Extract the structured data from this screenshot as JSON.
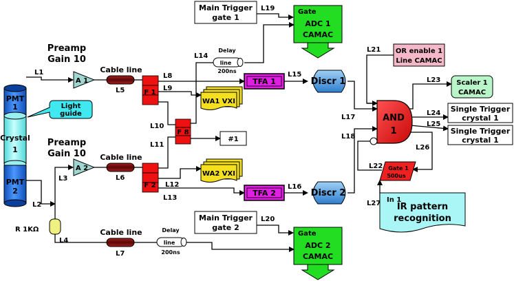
{
  "labels": {
    "preamp1_title": "Preamp",
    "preamp1_gain": "Gain 10",
    "preamp2_title": "Preamp",
    "preamp2_gain": "Gain 10",
    "a1": "A 1",
    "a2": "A 2",
    "cable1": "Cable line",
    "cable2": "Cable line",
    "cable3": "Cable line",
    "pmt1_a": "PMT",
    "pmt1_b": "1",
    "pmt2_a": "PMT",
    "pmt2_b": "2",
    "crystal_a": "Crystal",
    "crystal_b": "1",
    "light_guide_a": "Light",
    "light_guide_b": "guide",
    "f1": "F 1",
    "f2": "F 2",
    "f8": "F 8",
    "wa1": "WA1 VXI",
    "wa2": "WA2 VXI",
    "tfa1": "TFA 1",
    "tfa2": "TFA 2",
    "discr1": "Discr 1",
    "discr2": "Discr 2",
    "delay_top": "Delay",
    "line_top": "line",
    "delay_top_ns": "200ns",
    "delay_bot": "Delay",
    "line_bot": "line",
    "delay_bot_ns": "200ns",
    "mt1_a": "Main Trigger",
    "mt1_b": "gate 1",
    "mt2_a": "Main Trigger",
    "mt2_b": "gate 2",
    "gate_top": "Gate",
    "adc1_a": "ADC 1",
    "adc1_b": "CAMAC",
    "gate_bot": "Gate",
    "adc2_a": "ADC 2",
    "adc2_b": "CAMAC",
    "or_a": "OR enable 1",
    "or_b": "Line CAMAC",
    "and_a": "AND",
    "and_b": "1",
    "scaler_a": "Scaler 1",
    "scaler_b": "CAMAC",
    "st1_a": "Single Trigger",
    "st1_b": "crystal 1",
    "st2_a": "Single Trigger",
    "st2_b": "crystal 1",
    "gate1_a": "Gate 1",
    "gate1_b": "500us",
    "in1": "In 1",
    "ir_a": "IR pattern",
    "ir_b": "recognition",
    "hash1": "#1",
    "r1k": "R 1KΩ"
  },
  "lines": {
    "L1": "L1",
    "L2": "L2",
    "L3": "L3",
    "L4": "L4",
    "L5": "L5",
    "L6": "L6",
    "L7": "L7",
    "L8": "L8",
    "L9": "L9",
    "L10": "L10",
    "L11": "L11",
    "L12": "L12",
    "L13": "L13",
    "L14": "L14",
    "L15": "L15",
    "L16": "L16",
    "L17": "L17",
    "L18": "L18",
    "L19": "L19",
    "L20": "L20",
    "L21": "L21",
    "L22": "L22",
    "L23": "L23",
    "L24": "L24",
    "L25": "L25",
    "L26": "L26",
    "L27": "L27"
  },
  "colors": {
    "pmt_blue": "#1e6fe0",
    "crystal_cyan": "#8ff5f5",
    "tfa_magenta": "#e020e0",
    "discr_blue": "#4aa3e0",
    "gate_green": "#22dd22",
    "and_red": "#e82020",
    "fanout_red": "#ee1111",
    "wa_yellow": "#f5e020",
    "or_pink": "#f5b8c8",
    "scaler_green": "#b8f5c8",
    "ir_cyan": "#aaf5f5",
    "preamp_teal": "#9fd6d0",
    "cable_dark": "#6b1010"
  }
}
